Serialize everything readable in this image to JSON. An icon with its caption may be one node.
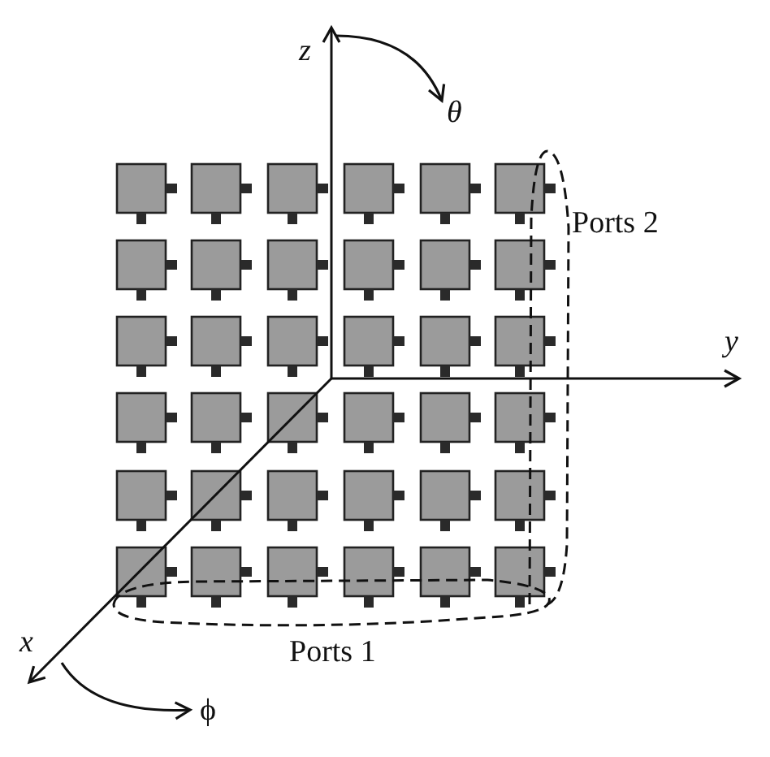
{
  "diagram": {
    "labels": [
      "z",
      "θ",
      "Ports 2",
      "y",
      "Ports 1",
      "x",
      "ϕ"
    ]
  }
}
